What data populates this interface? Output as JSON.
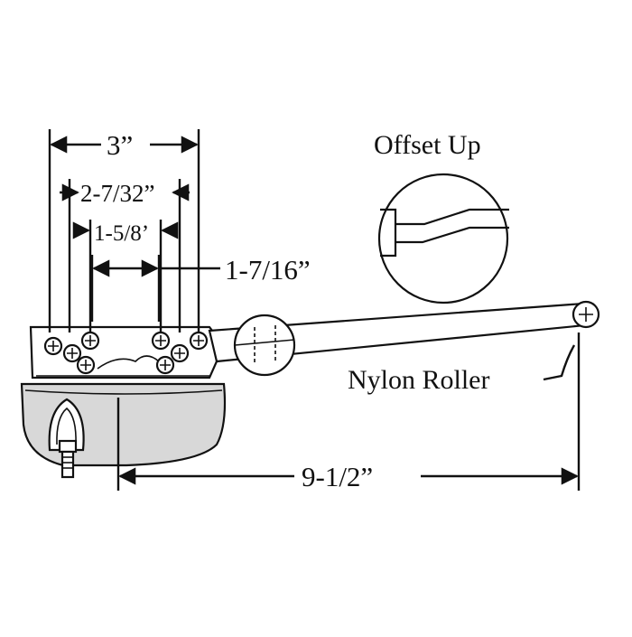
{
  "dimensions": {
    "overall_hole_spacing": "3”",
    "middle_hole_spacing": "2-7/32”",
    "inner_hole_spacing": "1-5/8’",
    "arm_offset_spacing": "1-7/16”",
    "arm_length": "9-1/2”"
  },
  "callouts": {
    "offset_detail": "Offset Up",
    "roller": "Nylon Roller"
  }
}
